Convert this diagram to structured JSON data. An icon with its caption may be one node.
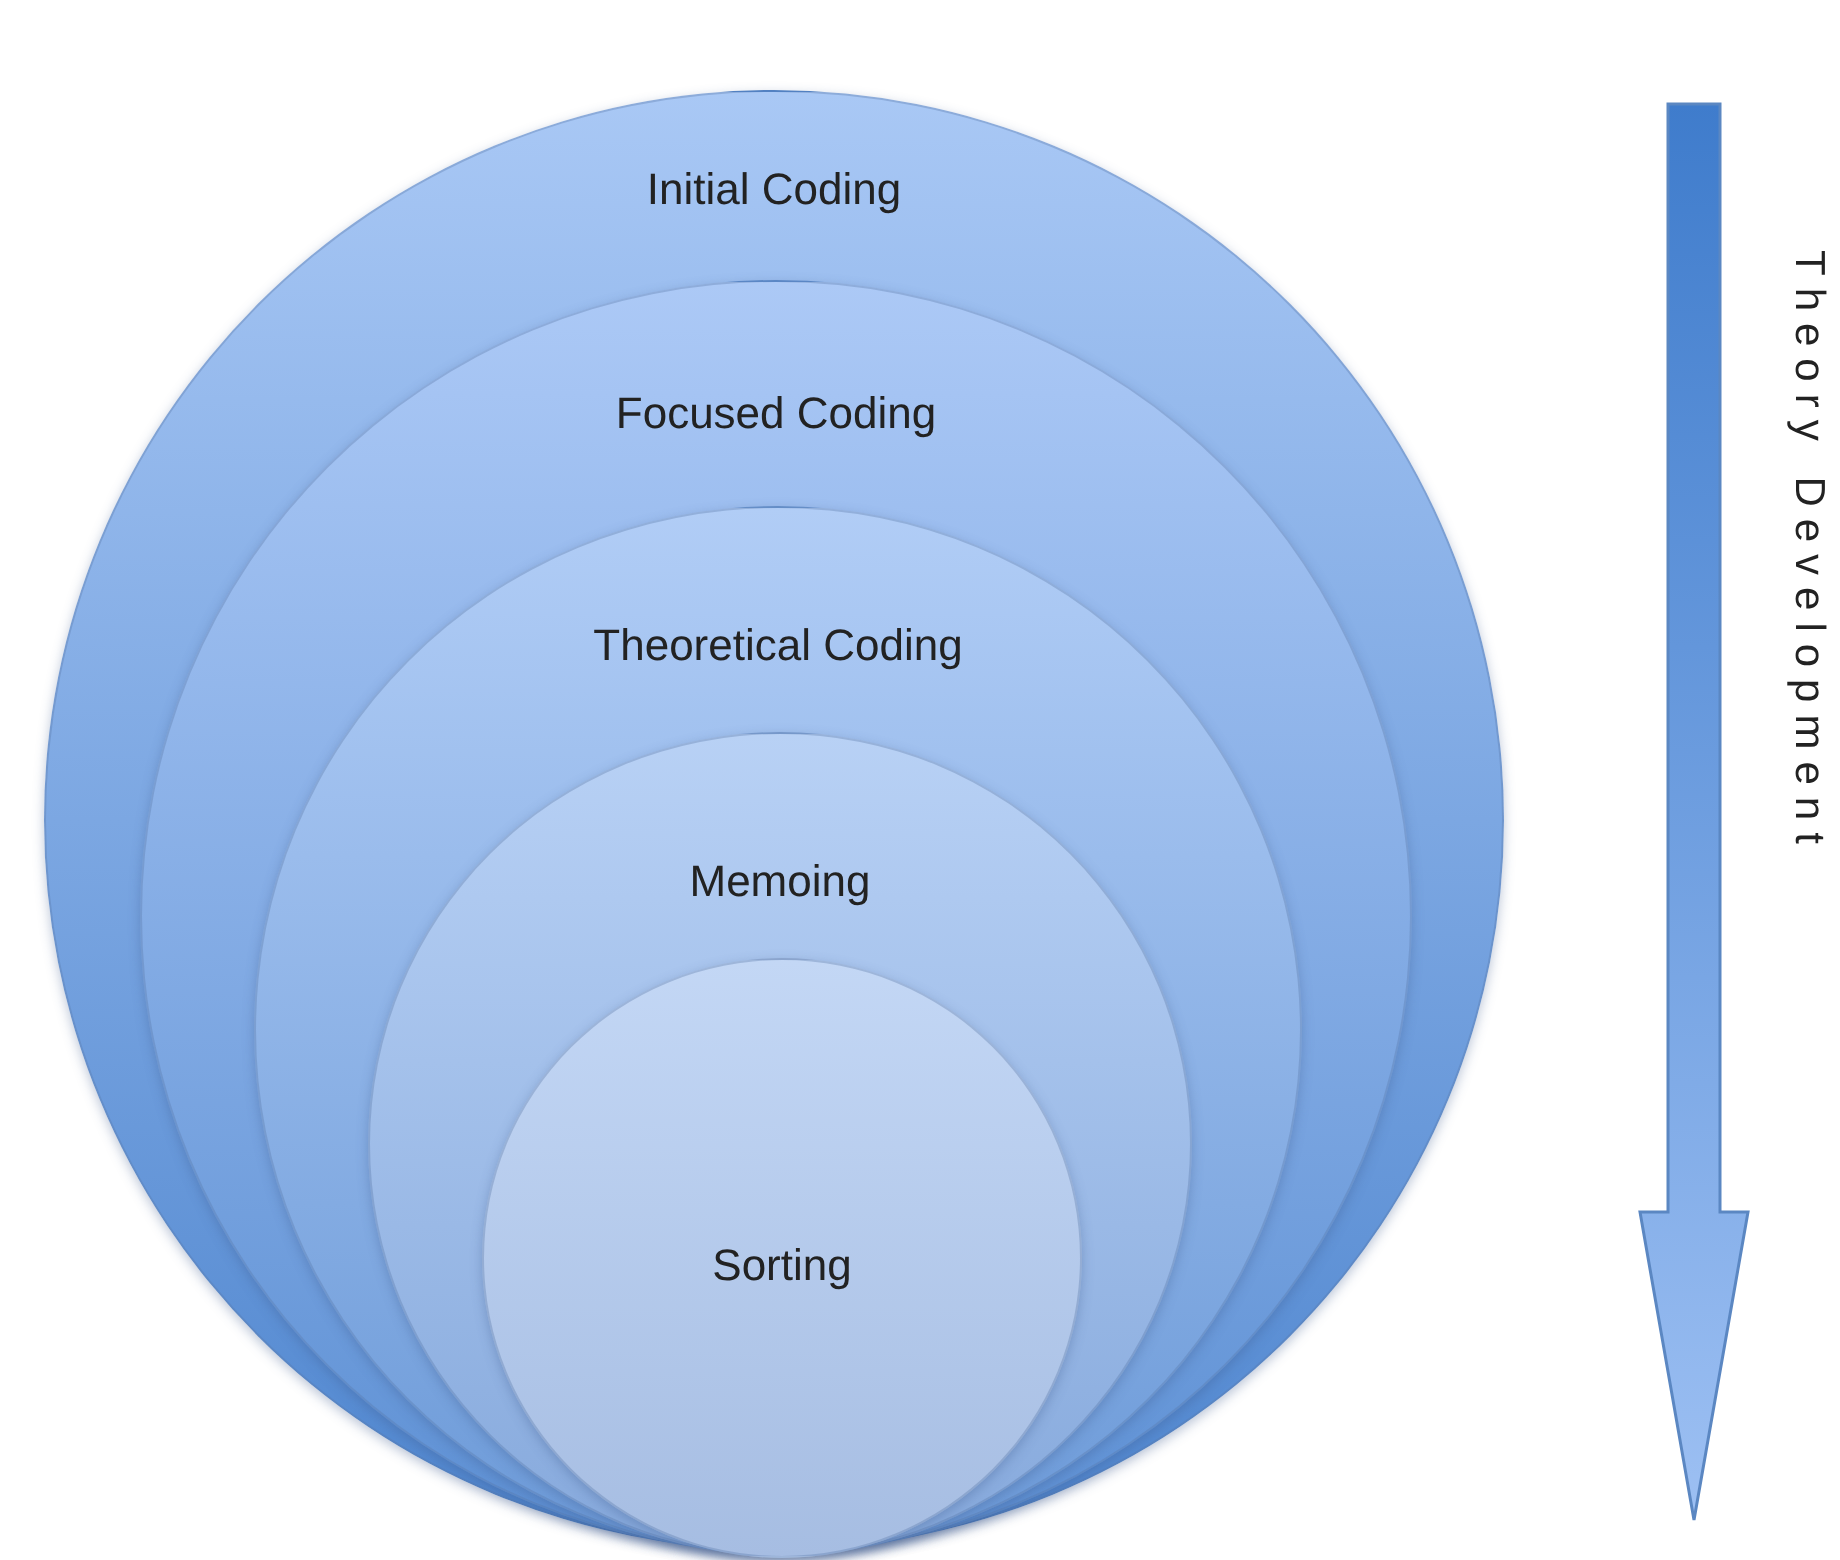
{
  "diagram": {
    "nodes": [
      {
        "text": [
          "Initial Coding"
        ]
      },
      {
        "text": [
          "Focused Coding"
        ],
        "in": 0
      },
      {
        "text": [
          "Theoretical Coding"
        ],
        "in": 1
      },
      {
        "text": [
          "Memoing"
        ],
        "in": 2
      },
      {
        "text": [
          "Sorting"
        ],
        "in": 3
      }
    ],
    "edges": [],
    "labels": [
      "Theory Development"
    ]
  }
}
